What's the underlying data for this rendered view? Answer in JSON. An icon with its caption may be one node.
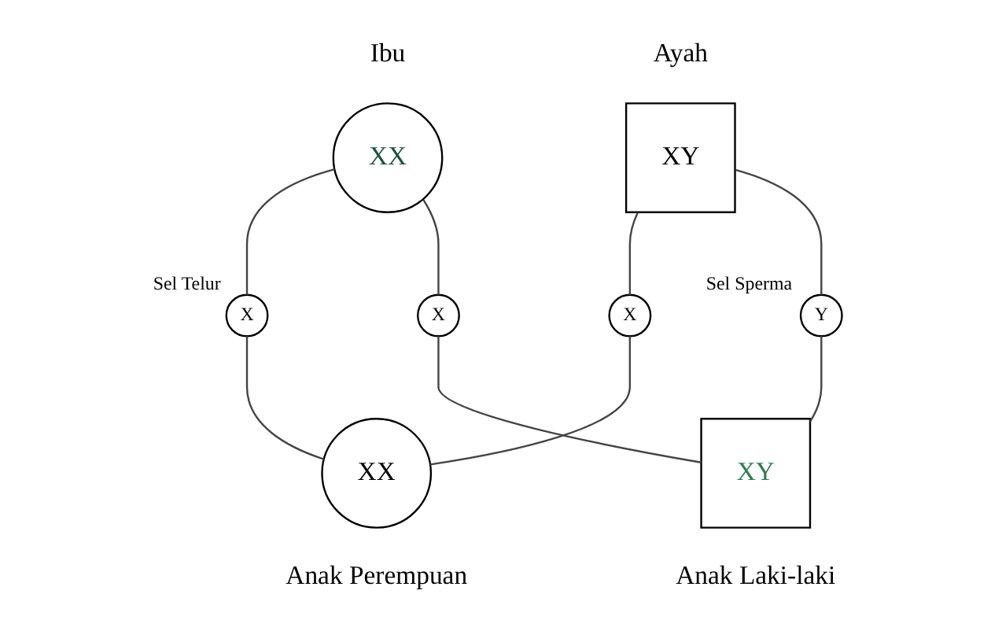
{
  "diagram": {
    "nodes": [
      {
        "text": [
          "XX"
        ],
        "beside": [
          "Ibu"
        ]
      },
      {
        "text": [
          "XY"
        ],
        "beside": [
          "Ayah"
        ]
      },
      {
        "text": [
          "X"
        ],
        "beside": [
          "Sel Telur"
        ]
      },
      {
        "text": [
          "X"
        ]
      },
      {
        "text": [
          "X"
        ]
      },
      {
        "text": [
          "Y"
        ],
        "beside": [
          "Sel Sperma"
        ]
      },
      {
        "text": [
          "XX"
        ],
        "beside": [
          "Anak Perempuan"
        ]
      },
      {
        "text": [
          "XY"
        ],
        "beside": [
          "Anak Laki-laki"
        ]
      }
    ],
    "edges": [
      {
        "from": 0,
        "to": 2,
        "arrow": "none"
      },
      {
        "from": 0,
        "to": 3,
        "arrow": "none"
      },
      {
        "from": 1,
        "to": 4,
        "arrow": "none"
      },
      {
        "from": 1,
        "to": 5,
        "arrow": "none"
      },
      {
        "from": 2,
        "to": 6,
        "arrow": "none"
      },
      {
        "from": 3,
        "to": 7,
        "arrow": "none"
      },
      {
        "from": 4,
        "to": 6,
        "arrow": "none"
      },
      {
        "from": 5,
        "to": 7,
        "arrow": "none"
      }
    ]
  }
}
